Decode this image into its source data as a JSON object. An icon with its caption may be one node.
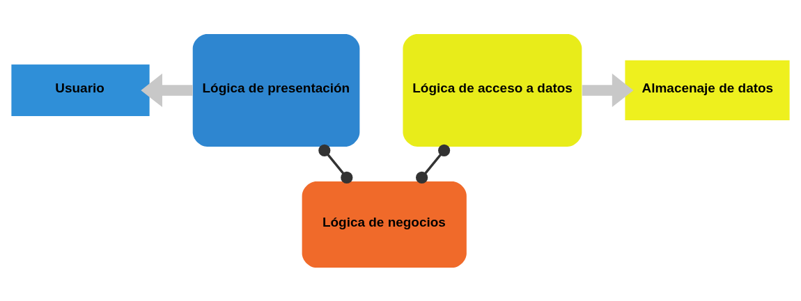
{
  "diagram": {
    "nodes": [
      {
        "text": [
          "Usuario"
        ]
      },
      {
        "text": [
          "Lógica de presentación"
        ]
      },
      {
        "text": [
          "Lógica de acceso a datos"
        ]
      },
      {
        "text": [
          "Almacenaje de datos"
        ]
      },
      {
        "text": [
          "Lógica de negocios"
        ]
      }
    ],
    "edges": [
      {
        "from": 1,
        "to": 0,
        "arrow": "to",
        "style": "thick",
        "color": "#c8c8c8"
      },
      {
        "from": 2,
        "to": 3,
        "arrow": "to",
        "style": "thick",
        "color": "#c8c8c8"
      },
      {
        "from": 1,
        "to": 4,
        "arrow": "other",
        "color": "#333333"
      },
      {
        "from": 2,
        "to": 4,
        "arrow": "other",
        "color": "#333333"
      }
    ]
  }
}
